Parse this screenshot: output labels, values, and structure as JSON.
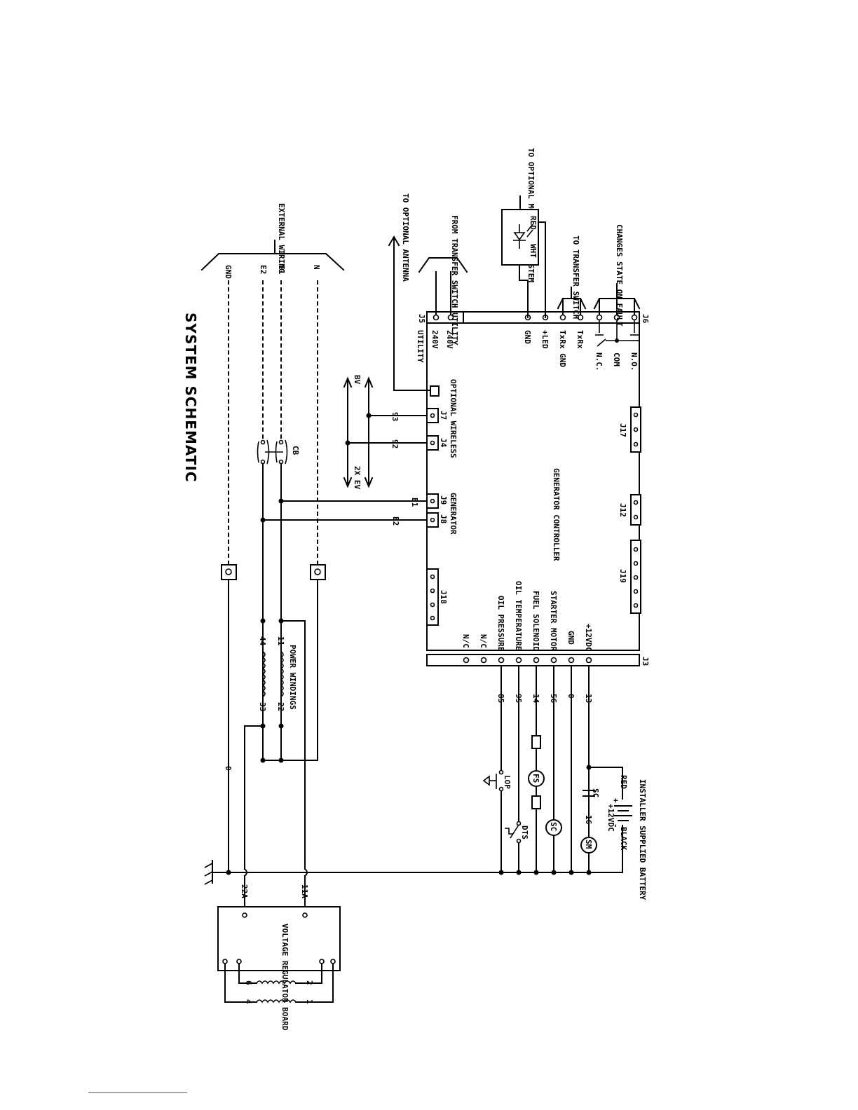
{
  "title": "SYSTEM SCHEMATIC",
  "external_wiring": {
    "label": "EXTERNAL WIRING",
    "wires": [
      "GND",
      "E2",
      "E1",
      "N"
    ]
  },
  "from_transfer_switch": "FROM TRANSFER SWITCH UTILITY",
  "to_optional_antenna": "TO OPTIONAL ANTENNA",
  "to_optional_monitoring": "TO OPTIONAL MONITORING SYSTEM",
  "led_labels": {
    "red": "RED",
    "wht": "WHT"
  },
  "to_transfer_switch": "TO TRANSFER SWITCH",
  "changes_state": "CHANGES STATE ON FAULT",
  "generator_controller": "GENERATOR CONTROLLER",
  "connectors": {
    "j3": "J3",
    "j4": "J4",
    "j5": "J5",
    "j6": "J6",
    "j7": "J7",
    "j8": "J8",
    "j9": "J9",
    "j12": "J12",
    "j17": "J17",
    "j18": "J18",
    "j19": "J19"
  },
  "j5_pins": [
    "240V",
    "240V"
  ],
  "j5_utility": "UTILITY",
  "j6_pins": [
    "GND",
    "+LED",
    "TxRx GND",
    "TxRx",
    "N.C.",
    "COM",
    "N.O."
  ],
  "j3_pins": [
    "+12VDC",
    "GND",
    "STARTER MOTOR",
    "FUEL SOLENOID",
    "OIL TEMPERATURE",
    "OIL PRESSURE",
    "N/C",
    "N/C"
  ],
  "j3_wires": [
    "13",
    "0",
    "56",
    "14",
    "95",
    "85"
  ],
  "optional_wireless": "OPTIONAL WIRELESS",
  "generator_label": "GENERATOR",
  "wire_93": "93",
  "wire_92": "92",
  "bv": "BV",
  "ev": "2X EV",
  "cb": "CB",
  "e1": "E1",
  "e2": "E2",
  "power_windings": "POWER WINDINGS",
  "pw_wires": [
    "11",
    "44",
    "22",
    "33"
  ],
  "wire_0": "0",
  "wire_16": "16",
  "sc_label": "SC",
  "battery": {
    "title": "INSTALLER SUPPLIED BATTERY",
    "voltage": "+12VDC",
    "red": "RED",
    "black": "BLACK",
    "plus": "+",
    "minus": "-"
  },
  "components": {
    "sm": "SM",
    "sc": "SC",
    "fs": "FS",
    "dts": "DTS",
    "lop": "LOP"
  },
  "vr_wires": [
    "11A",
    "22A"
  ],
  "voltage_regulator": "VOLTAGE REGULATOR BOARD",
  "vr_pins": [
    "6",
    "4",
    "2",
    "1"
  ]
}
